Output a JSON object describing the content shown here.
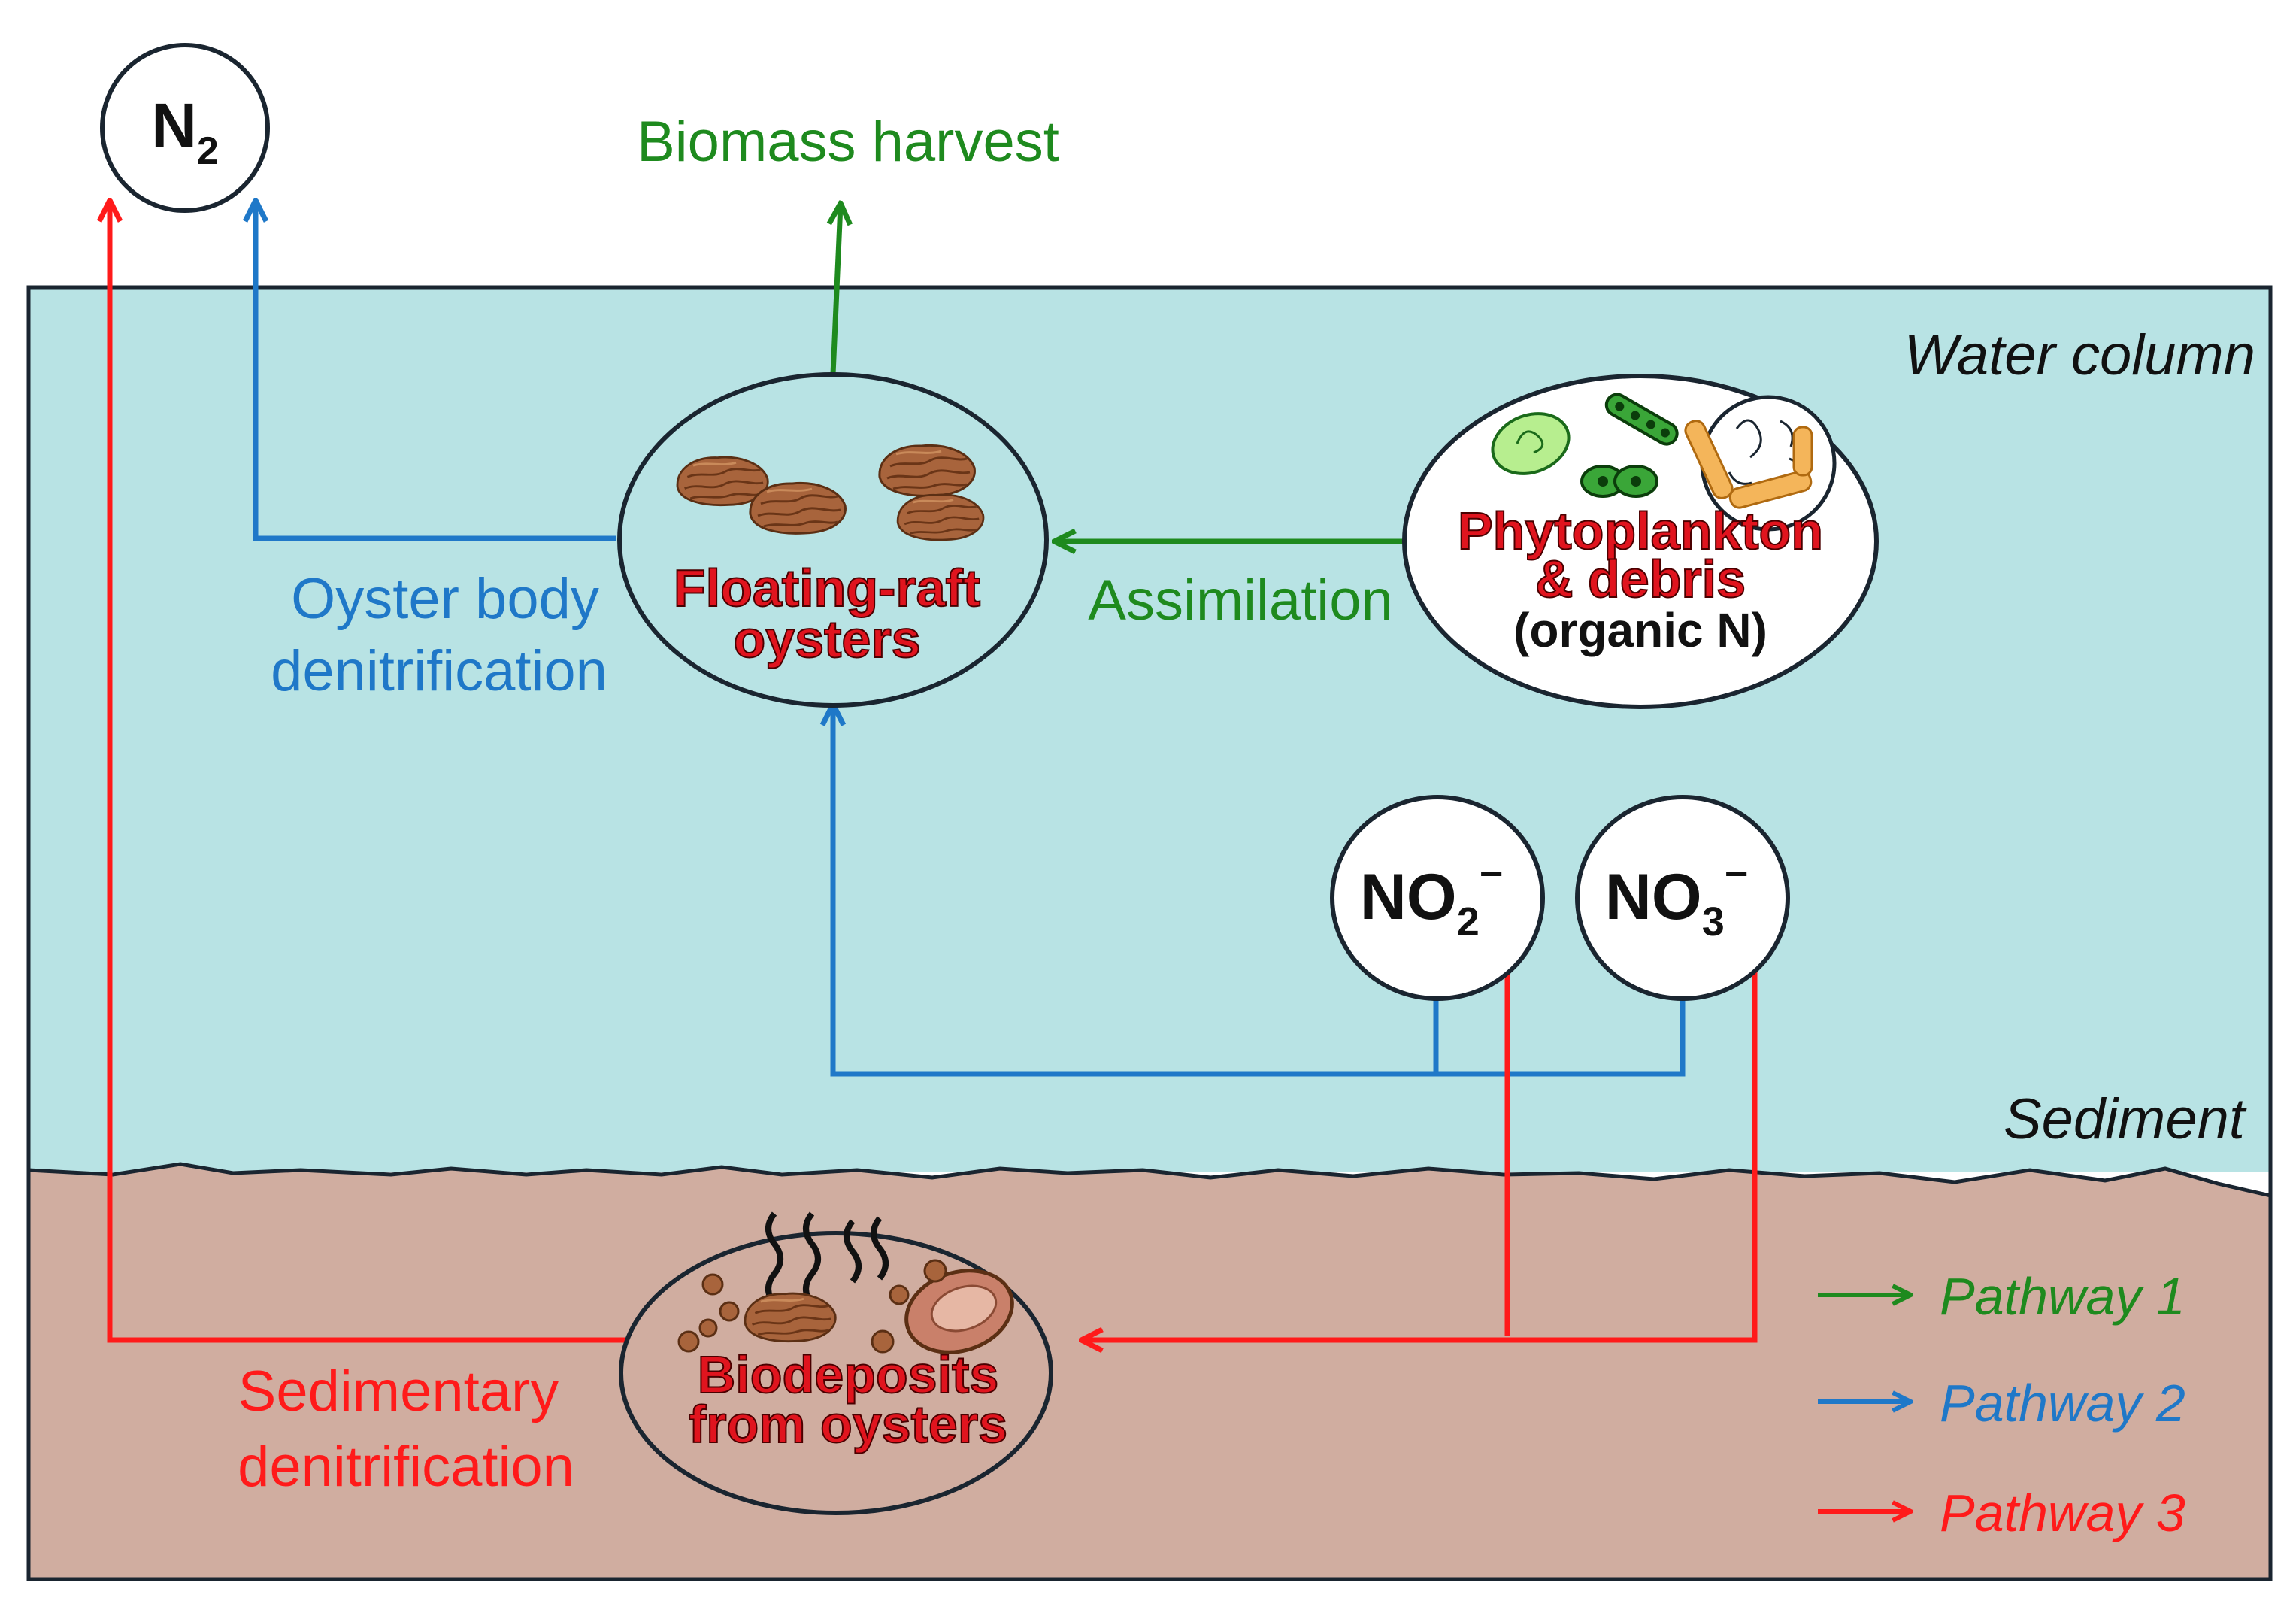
{
  "nodes": {
    "n2": {
      "main": "N",
      "sub": "2"
    },
    "no2": {
      "main": "NO",
      "sub": "2",
      "sup": "−"
    },
    "no3": {
      "main": "NO",
      "sub": "3",
      "sup": "−"
    },
    "oysters": {
      "line1": "Floating-raft",
      "line2": "oysters"
    },
    "phyto": {
      "line1": "Phytoplankton",
      "line2": "& debris",
      "line3": "(organic N)"
    },
    "biodeposits": {
      "line1": "Biodeposits",
      "line2": "from oysters"
    }
  },
  "labels": {
    "biomass_harvest": "Biomass harvest",
    "water_column": "Water column",
    "sediment": "Sediment",
    "assimilation": "Assimilation",
    "oyster_body_line1": "Oyster body",
    "oyster_body_line2": "denitrification",
    "sedimentary_line1": "Sedimentary",
    "sedimentary_line2": "denitrification"
  },
  "legend": [
    {
      "label": "Pathway 1",
      "color": "#1e8a1e"
    },
    {
      "label": "Pathway 2",
      "color": "#1f78c8"
    },
    {
      "label": "Pathway 3",
      "color": "#ff1a1a"
    }
  ],
  "colors": {
    "pathway1": "#1e8a1e",
    "pathway2": "#1f78c8",
    "pathway3": "#ff1a1a",
    "water": "#b8e3e4",
    "sediment": "#d0ada0",
    "node_text_red": "#e0141e"
  }
}
